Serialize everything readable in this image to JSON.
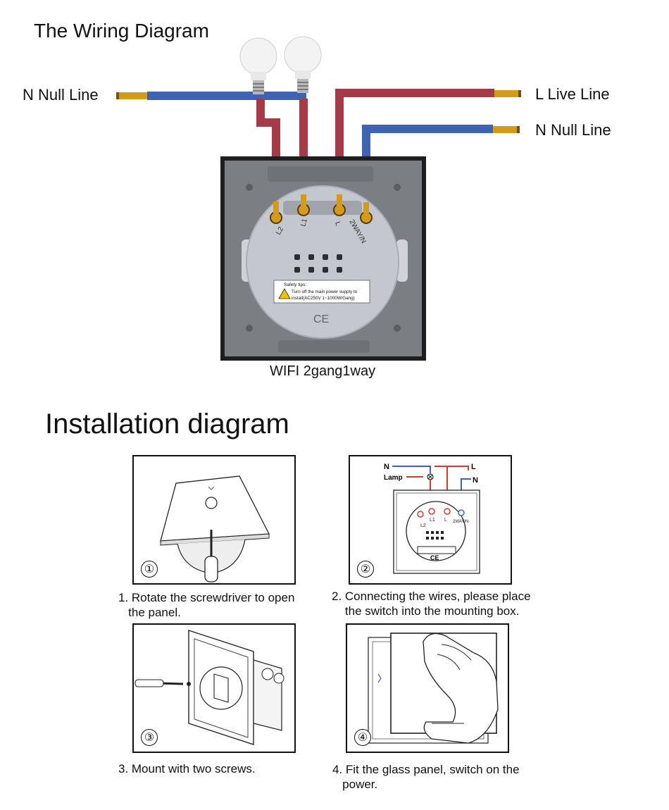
{
  "wiring": {
    "title": "The Wiring Diagram",
    "left_wire_label": "N Null Line",
    "right_live_label": "L Live Line",
    "right_null_label": "N Null Line",
    "terminals": [
      "L2",
      "L1",
      "L",
      "2WAY/N"
    ],
    "safety_tips": {
      "heading": "Safety tips:",
      "line1": "Turn off the main power supply to",
      "line2": "install(AC250V 1~1000W/Gang)"
    },
    "ce_mark": "CE",
    "model_caption": "WIFI 2gang1way",
    "colors": {
      "live_wire": "#a63a46",
      "null_wire": "#3f63b4",
      "conductor": "#d49a1c"
    }
  },
  "installation": {
    "title": "Installation diagram",
    "steps": [
      {
        "number": "①",
        "caption": "1. Rotate the screwdriver to open\n   the panel."
      },
      {
        "number": "②",
        "caption": "2. Connecting the wires, please place\n    the switch into the mounting box.",
        "labels": {
          "n_left": "N",
          "lamp": "Lamp",
          "l": "L",
          "n_right": "N",
          "terminals": [
            "L2",
            "L1",
            "L",
            "2WAY/N"
          ],
          "ce": "CE"
        }
      },
      {
        "number": "③",
        "caption": "3. Mount with two screws."
      },
      {
        "number": "④",
        "caption": "4. Fit the glass panel, switch on the\n   power."
      }
    ]
  }
}
